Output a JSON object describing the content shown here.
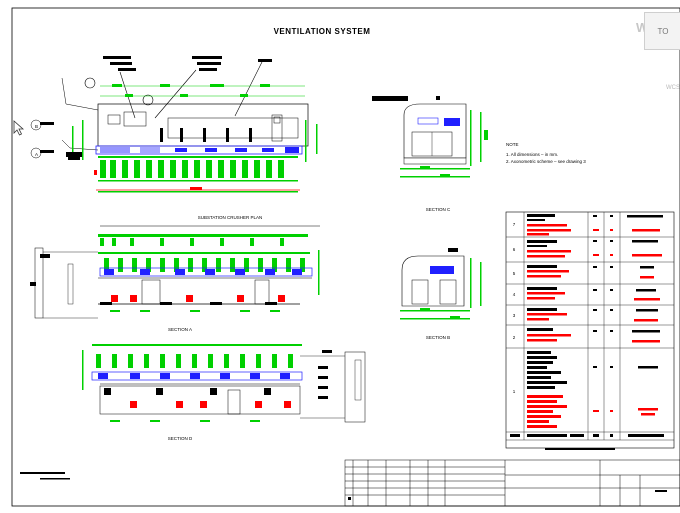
{
  "drawing": {
    "title": "VENTILATION SYSTEM",
    "captions": {
      "plan": "SUBSTATION  CRUSHER PLAN",
      "section_a": "SECTION A",
      "section_b": "SECTION B",
      "section_c": "SECTION C",
      "section_d": "SECTION D"
    },
    "notes": {
      "heading": "NOTE",
      "line1": "1. All dimensions – in mm.",
      "line2": "2. Axonometric scheme – see drawing 3"
    },
    "table_rows": [
      "7",
      "6",
      "5",
      "4",
      "3",
      "2",
      "1"
    ]
  },
  "viewcube": {
    "top_label": "TO",
    "west_label": "W",
    "ucs_label": "WCS"
  },
  "colors": {
    "green": "#00d000",
    "red": "#ff0000",
    "blue": "#2020ff",
    "black": "#000000"
  }
}
